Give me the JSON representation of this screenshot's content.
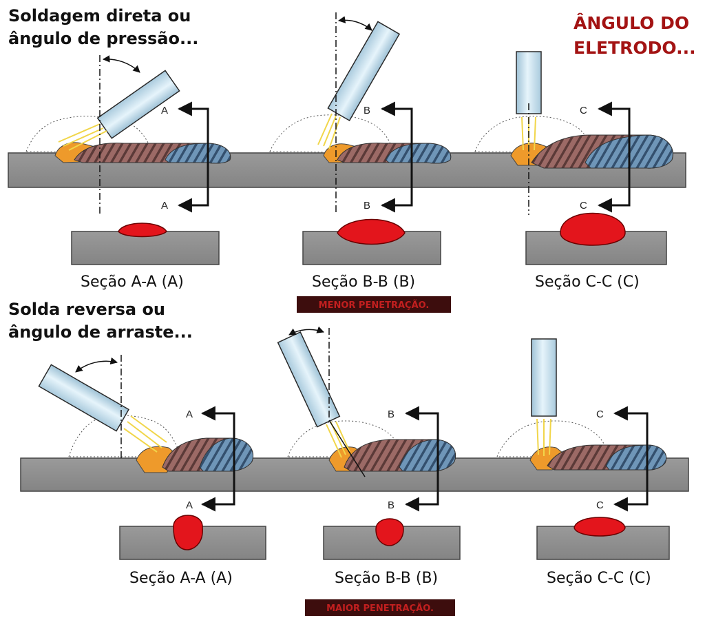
{
  "heading_push": {
    "line1": "Soldagem direta ou",
    "line2": "ângulo de pressão..."
  },
  "heading_drag": {
    "line1": "Solda reversa ou",
    "line2": "ângulo de arraste..."
  },
  "electrode_angle": {
    "line1": "ÂNGULO DO",
    "line2": "ELETRODO..."
  },
  "top_row": {
    "panel_a": {
      "letter_top": "A",
      "letter_bottom": "A",
      "caption": "Seção  A-A (A)"
    },
    "panel_b": {
      "letter_top": "B",
      "letter_bottom": "B",
      "caption": "Seção  B-B (B)"
    },
    "panel_c": {
      "letter_top": "C",
      "letter_bottom": "C",
      "caption": "Seção  C-C (C)"
    },
    "badge": "MENOR PENETRAÇÃO."
  },
  "bottom_row": {
    "panel_a": {
      "letter_top": "A",
      "letter_bottom": "A",
      "caption": "Seção  A-A (A)"
    },
    "panel_b": {
      "letter_top": "B",
      "letter_bottom": "B",
      "caption": "Seção  B-B (B)"
    },
    "panel_c": {
      "letter_top": "C",
      "letter_bottom": "C",
      "caption": "Seção  C-C (C)"
    },
    "badge": "MAIOR PENETRAÇÃO."
  },
  "colors": {
    "plate": "#8d8d8d",
    "electrode": "#c3e1f0",
    "bead_copper": "#9c6a66",
    "bead_blue": "#6f96b8",
    "weld_pool": "#ee9a2b",
    "section_weld": "#e3151c",
    "badge_bg": "#3d0d0d"
  },
  "icons": [
    "electrode-icon",
    "arc-icon",
    "spatter-icon",
    "angle-arrow-icon",
    "section-cut-arrow-icon"
  ]
}
